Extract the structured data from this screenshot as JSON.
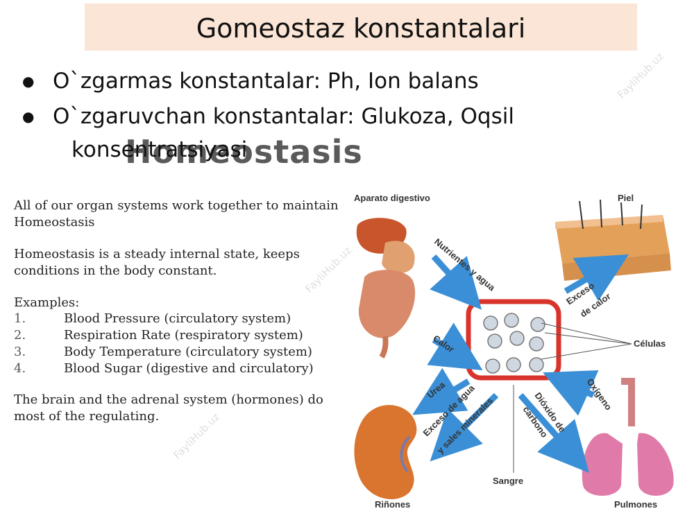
{
  "slide": {
    "title": "Gomeostaz konstantalari",
    "bullets": [
      "O`zgarmas konstantalar:  Ph, Ion balans",
      "O`zgaruvchan konstantalar:  Glukoza, Oqsil"
    ],
    "bullet_continuation": "konsentratsiyasi"
  },
  "image": {
    "heading": "Homeostasis",
    "intro": "All of our organ systems work together to maintain Homeostasis",
    "definition": "Homeostasis is a steady internal state,  keeps conditions in the body constant.",
    "examples_title": "Examples:",
    "examples": [
      {
        "num": "1.",
        "text": "Blood Pressure (circulatory system)"
      },
      {
        "num": "2.",
        "text": "Respiration Rate (respiratory system)"
      },
      {
        "num": "3.",
        "text": "Body Temperature (circulatory system)"
      },
      {
        "num": "4.",
        "text": "Blood Sugar (digestive and circulatory)"
      }
    ],
    "closing": "The brain and the adrenal system (hormones) do most of the regulating."
  },
  "diagram": {
    "labels": {
      "digestive": "Aparato  digestivo",
      "skin": "Piel",
      "cells": "Células",
      "kidneys": "Riñones",
      "blood": "Sangre",
      "lungs": "Pulmones",
      "nutrients": "Nutrientes y agua",
      "heat": "Calor",
      "excess_heat_1": "Exceso",
      "excess_heat_2": "de calor",
      "urea": "Urea",
      "water_1": "Exceso de agua",
      "water_2": "y sales minerales",
      "co2_1": "Dióxido de",
      "co2_2": "carbono",
      "oxygen": "Oxígeno"
    }
  },
  "watermark": "FayliHub.uz",
  "colors": {
    "title_bg": "#fbe5d6",
    "arrow": "#3b8fd6",
    "cell_border": "#d9342b"
  }
}
